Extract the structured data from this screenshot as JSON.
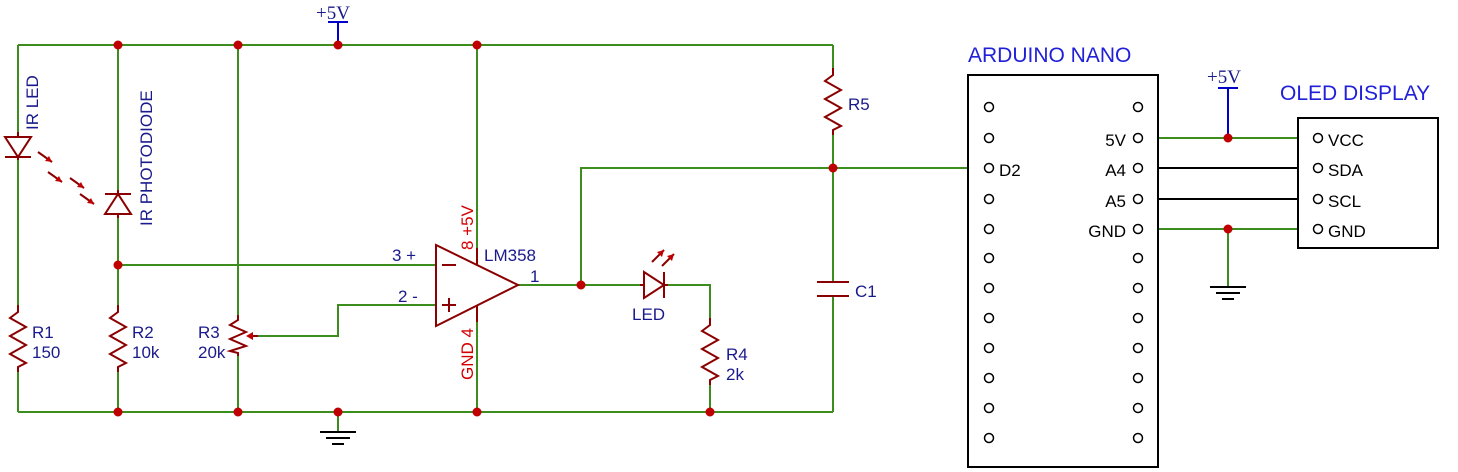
{
  "supply_labels": {
    "top": "+5V",
    "oled": "+5V"
  },
  "components": {
    "ir_led": "IR LED",
    "ir_photodiode": "IR PHOTODIODE",
    "r1_name": "R1",
    "r1_value": "150",
    "r2_name": "R2",
    "r2_value": "10k",
    "r3_name": "R3",
    "r3_value": "20k",
    "r4_name": "R4",
    "r4_value": "2k",
    "r5_name": "R5",
    "c1_name": "C1",
    "led": "LED"
  },
  "opamp": {
    "name": "LM358",
    "pin_plus_in": "3 +",
    "pin_minus_in": "2 -",
    "pin_out": "1",
    "pin_vcc": "8 +5V",
    "pin_gnd": "GND 4"
  },
  "arduino": {
    "title": "ARDUINO NANO",
    "pins": {
      "d2": "D2",
      "v5": "5V",
      "a4": "A4",
      "a5": "A5",
      "gnd": "GND"
    }
  },
  "oled": {
    "title": "OLED DISPLAY",
    "pins": {
      "vcc": "VCC",
      "sda": "SDA",
      "scl": "SCL",
      "gnd": "GND"
    }
  }
}
